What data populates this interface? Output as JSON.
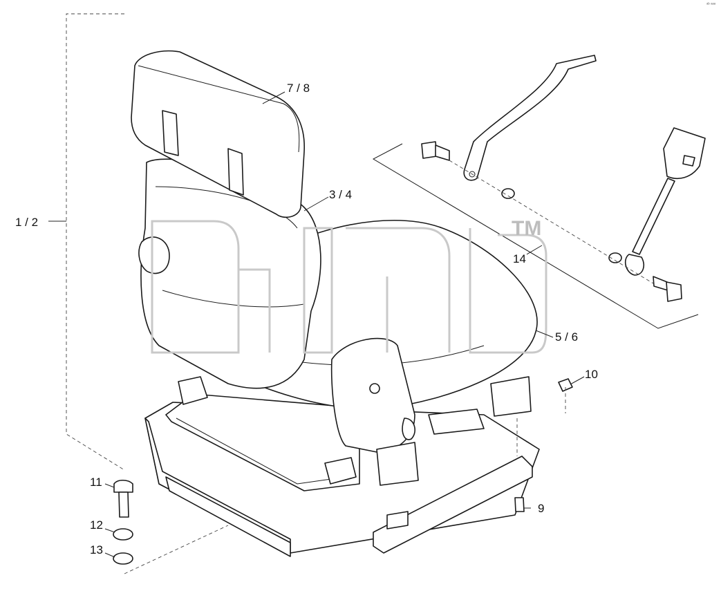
{
  "corner_code": "ᵃᵇ ᵃᵃᵃ",
  "watermark": {
    "trademark": "TM"
  },
  "callouts": [
    {
      "id": "c_1_2",
      "text": "1 / 2"
    },
    {
      "id": "c_3_4",
      "text": "3 / 4"
    },
    {
      "id": "c_5_6",
      "text": "5 / 6"
    },
    {
      "id": "c_7_8",
      "text": "7 / 8"
    },
    {
      "id": "c_9",
      "text": "9"
    },
    {
      "id": "c_10",
      "text": "10"
    },
    {
      "id": "c_11",
      "text": "11"
    },
    {
      "id": "c_12",
      "text": "12"
    },
    {
      "id": "c_13",
      "text": "13"
    },
    {
      "id": "c_14",
      "text": "14"
    }
  ]
}
